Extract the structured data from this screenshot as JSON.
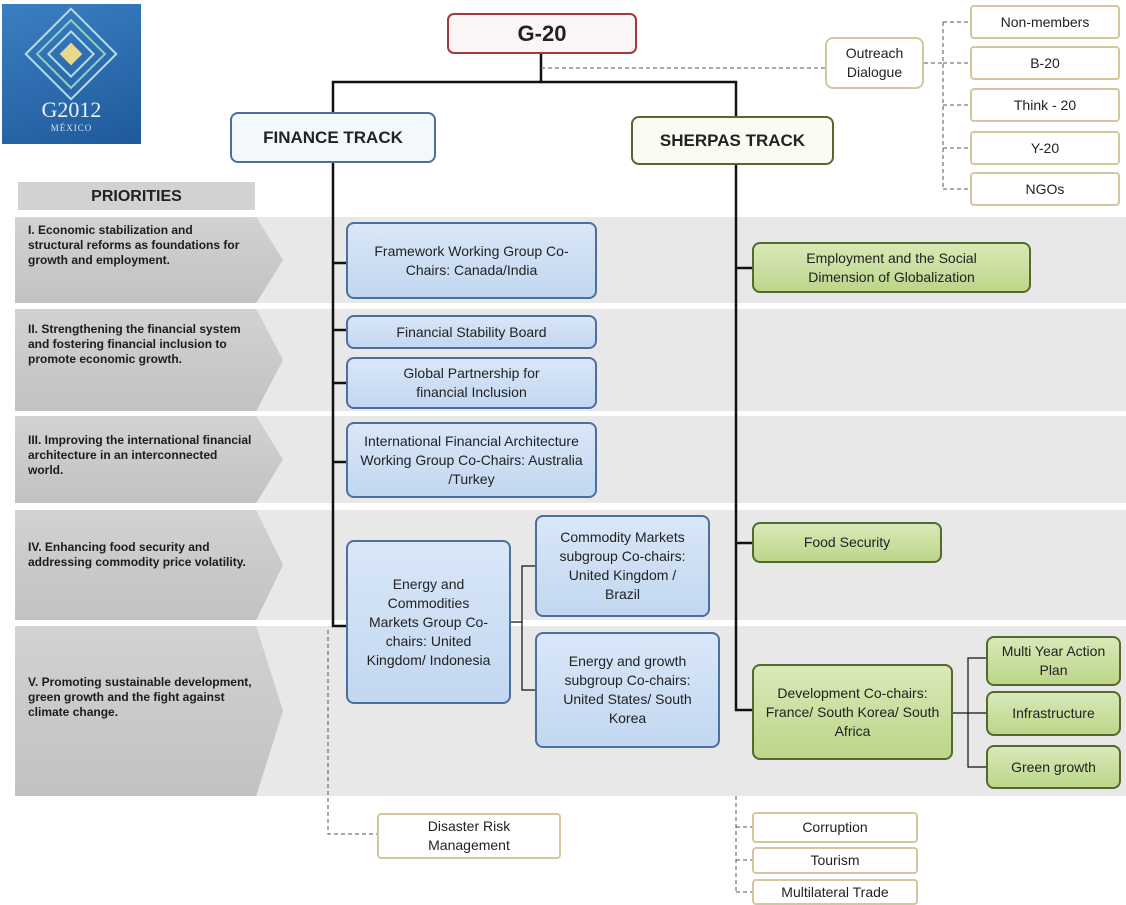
{
  "logo": {
    "line1": "G2012",
    "line2": "MÉXICO"
  },
  "root": "G-20",
  "outreach": {
    "label": "Outreach Dialogue",
    "groups": [
      "Non-members",
      "B-20",
      "Think - 20",
      "Y-20",
      "NGOs"
    ]
  },
  "tracks": {
    "finance": "FINANCE TRACK",
    "sherpas": "SHERPAS TRACK"
  },
  "priorities": {
    "header": "PRIORITIES",
    "items": [
      "I. Economic stabilization and structural reforms as foundations for growth and employment.",
      "II. Strengthening the financial system and fostering financial inclusion to promote economic growth.",
      "III. Improving the international financial architecture in an interconnected world.",
      "IV. Enhancing food security and addressing commodity price volatility.",
      "V. Promoting sustainable development, green growth and the fight against climate change."
    ]
  },
  "finance_groups": {
    "framework": "Framework Working Group Co-Chairs: Canada/India",
    "fsb": "Financial Stability Board",
    "gpfi": "Global Partnership for financial Inclusion",
    "ifa": "International Financial Architecture Working Group Co-Chairs: Australia /Turkey",
    "energy_commodities": "Energy and Commodities Markets Group Co-chairs: United Kingdom/ Indonesia",
    "commodity_sub": "Commodity Markets subgroup Co-chairs: United Kingdom / Brazil",
    "energy_growth_sub": "Energy and growth subgroup Co-chairs: United States/ South Korea",
    "disaster": "Disaster Risk Management"
  },
  "sherpa_groups": {
    "employment": "Employment and the Social Dimension of Globalization",
    "food": "Food Security",
    "development": "Development Co-chairs: France/ South Korea/ South Africa",
    "dev_subs": [
      "Multi Year Action Plan",
      "Infrastructure",
      "Green growth"
    ],
    "others": [
      "Corruption",
      "Tourism",
      "Multilateral Trade"
    ]
  }
}
